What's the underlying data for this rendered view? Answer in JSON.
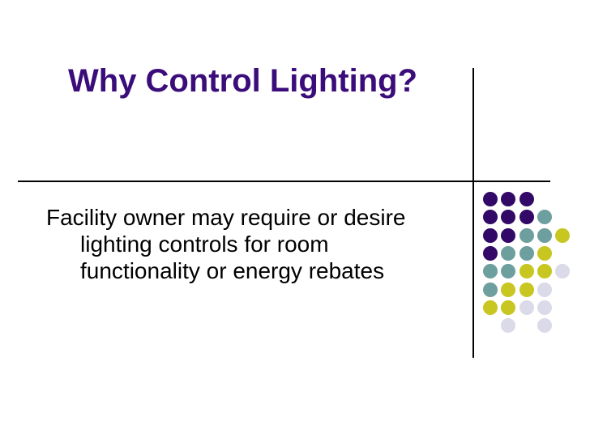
{
  "slide": {
    "title": "Why Control Lighting?",
    "body_lines": [
      "Facility owner may require or desire",
      "lighting controls for room",
      "functionality or energy rebates"
    ]
  },
  "colors": {
    "background": "#FFFFFF",
    "title_text": "#3B0D7A",
    "body_text": "#000000",
    "divider_line": "#000000",
    "dot_palette": {
      "P": "#320966",
      "T": "#6D9F9E",
      "Y": "#C8C620",
      "L": "#DADAE8"
    }
  },
  "decoration": {
    "dot_pattern": [
      [
        "P",
        "P",
        "P",
        "",
        ""
      ],
      [
        "P",
        "P",
        "P",
        "T",
        ""
      ],
      [
        "P",
        "P",
        "T",
        "T",
        "Y"
      ],
      [
        "P",
        "T",
        "T",
        "Y",
        ""
      ],
      [
        "T",
        "T",
        "Y",
        "Y",
        "L"
      ],
      [
        "T",
        "Y",
        "Y",
        "L",
        ""
      ],
      [
        "Y",
        "Y",
        "L",
        "L",
        ""
      ],
      [
        "",
        "L",
        "",
        "L",
        ""
      ]
    ]
  }
}
